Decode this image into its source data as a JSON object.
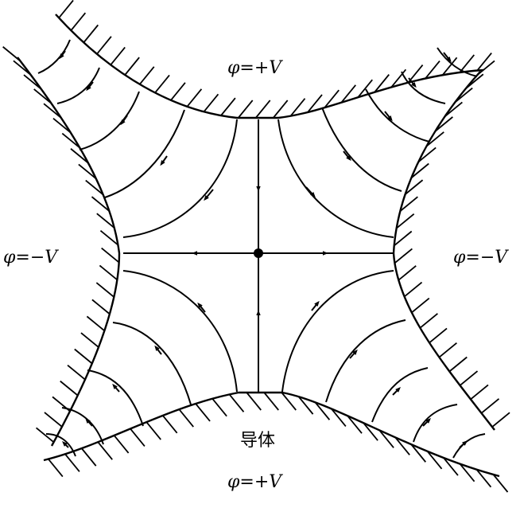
{
  "labels": {
    "top_potential": "φ=+V",
    "left_potential": "φ=−V",
    "right_potential": "φ=−V",
    "bottom_potential": "φ=+V",
    "conductor": "导体"
  },
  "colors": {
    "ink": "#000000",
    "background": "#ffffff"
  }
}
